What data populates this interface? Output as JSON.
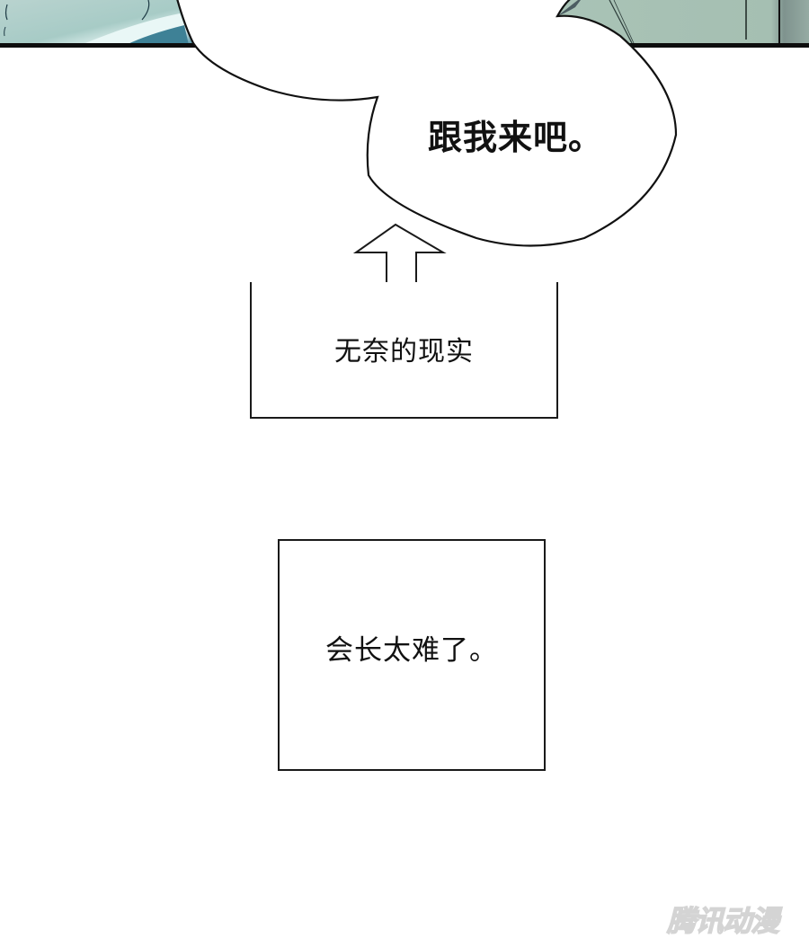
{
  "panel_top": {
    "description": "comic art strip",
    "colors": {
      "left_art": "#9fc3bd",
      "left_art_dark": "#3c7f93",
      "right_art": "#a8c1b3",
      "right_art_dark": "#7f938d",
      "border": "#111111"
    }
  },
  "speech_bubble": {
    "text": "跟我来吧。"
  },
  "captions": [
    {
      "text": "无奈的现实",
      "has_arrow": true
    },
    {
      "text": "会长太难了。",
      "has_arrow": false
    }
  ],
  "watermark": {
    "text": "腾讯动漫"
  }
}
